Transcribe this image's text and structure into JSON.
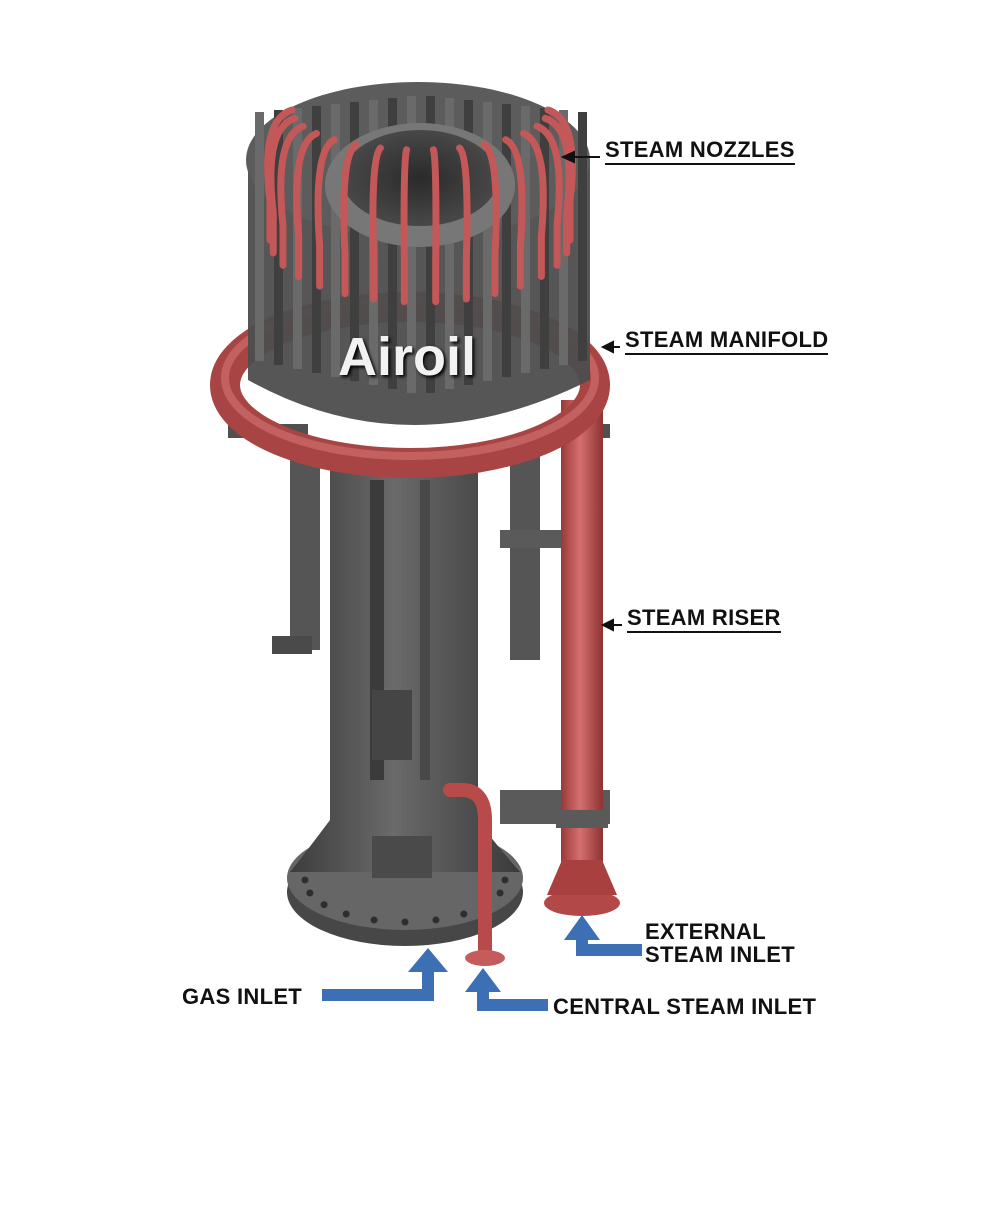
{
  "brand": "Airoil",
  "labels": {
    "steam_nozzles": "STEAM NOZZLES",
    "steam_manifold": "STEAM MANIFOLD",
    "steam_riser": "STEAM RISER",
    "external_steam_inlet_line1": "EXTERNAL",
    "external_steam_inlet_line2": "STEAM INLET",
    "gas_inlet": "GAS INLET",
    "central_steam_inlet": "CENTRAL STEAM INLET"
  },
  "colors": {
    "steel": "#565656",
    "steel_dark": "#3a3a3a",
    "steel_light": "#7a7a7a",
    "steam_red": "#b84a4a",
    "steam_red_light": "#d97a7a",
    "arrow_blue": "#3d6fb5",
    "leader": "#111111"
  }
}
